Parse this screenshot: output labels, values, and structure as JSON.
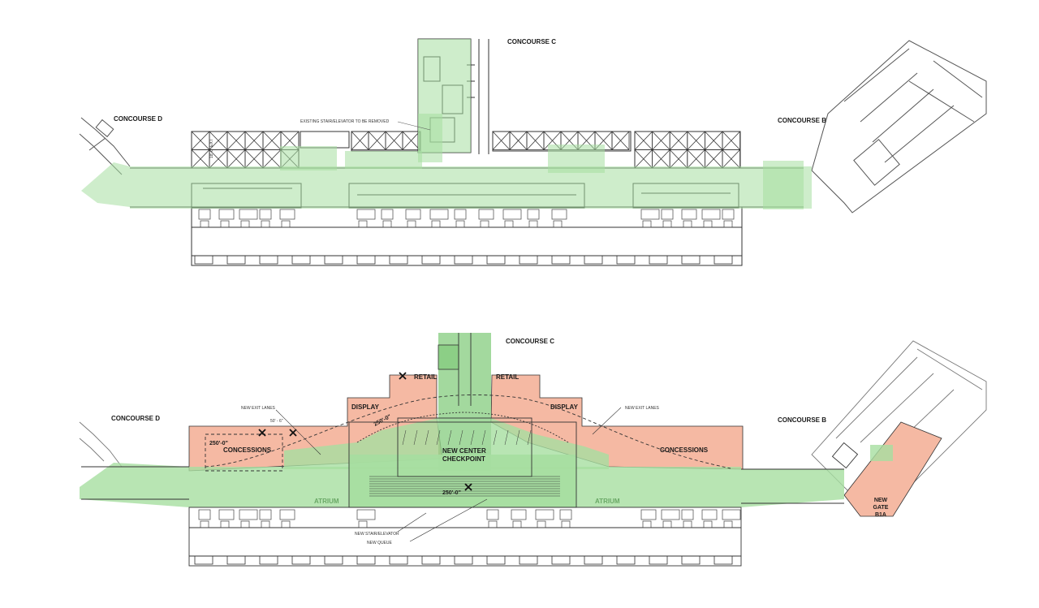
{
  "colors": {
    "green": "#a6dea0",
    "green_dark": "#8ccf86",
    "salmon": "#f5b9a3",
    "line": "#2b2b2b",
    "light_line": "#8a8a8a"
  },
  "existing_plan": {
    "concourse_c": "CONCOURSE C",
    "concourse_d": "CONCOURSE D",
    "concourse_b": "CONCOURSE B",
    "note_stair": "EXISTING STAIR/ELEVATOR TO BE REMOVED",
    "dim_vertical": "18'-0\" EXT"
  },
  "proposed_plan": {
    "concourse_c": "CONCOURSE C",
    "concourse_d": "CONCOURSE D",
    "concourse_b": "CONCOURSE B",
    "retail_left": "RETAIL",
    "retail_right": "RETAIL",
    "display_left": "DISPLAY",
    "display_right": "DISPLAY",
    "concessions_left": "CONCESSIONS",
    "concessions_right": "CONCESSIONS",
    "checkpoint_line1": "NEW CENTER",
    "checkpoint_line2": "CHECKPOINT",
    "atrium_left": "ATRIUM",
    "atrium_right": "ATRIUM",
    "exit_lanes_left": "NEW EXIT LANES",
    "exit_lanes_right": "NEW EXIT LANES",
    "stair_elevator": "NEW STAIR/ELEVATOR",
    "queue": "NEW QUEUE",
    "dim_250_left": "250'-0\"",
    "dim_250_arc": "250'-0\"",
    "dim_250_center": "250'-0\"",
    "dim_small": "50' - 6\"",
    "gate_line1": "NEW",
    "gate_line2": "GATE",
    "gate_line3": "B1A"
  }
}
